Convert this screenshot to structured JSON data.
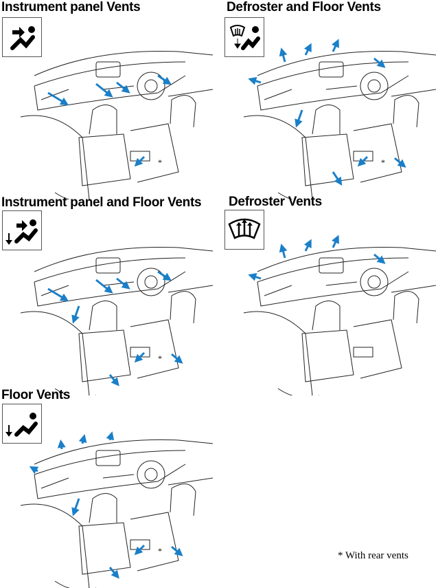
{
  "panels": [
    {
      "title": "Instrument panel Vents",
      "mode_icon": "vent-face-icon",
      "airflow": [
        "panel"
      ],
      "rear_vent_marker": "*"
    },
    {
      "title": "Defroster and Floor Vents",
      "mode_icon": "defrost-floor-icon",
      "airflow": [
        "defroster",
        "floor"
      ],
      "rear_vent_marker": "*"
    },
    {
      "title": "Instrument panel and Floor Vents",
      "mode_icon": "vent-bilevel-icon",
      "airflow": [
        "panel",
        "floor"
      ],
      "rear_vent_marker": "*"
    },
    {
      "title": "Defroster Vents",
      "mode_icon": "defrost-icon",
      "airflow": [
        "defroster"
      ]
    },
    {
      "title": "Floor Vents",
      "mode_icon": "floor-icon",
      "airflow": [
        "floor"
      ],
      "rear_vent_marker": "*"
    }
  ],
  "footnote": "* With rear vents",
  "colors": {
    "arrow": "#1a7fc8",
    "line": "#222222"
  }
}
